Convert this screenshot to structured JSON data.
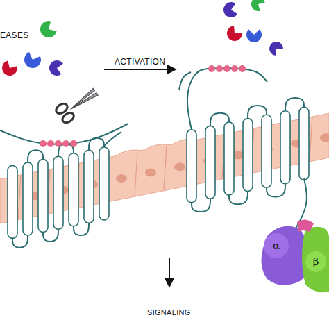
{
  "diagram": {
    "nodes": [
      {
        "text": [
          "α"
        ]
      },
      {
        "text": [
          "β"
        ]
      }
    ],
    "labels": [
      "EASES",
      "ACTIVATION",
      "SIGNALING"
    ]
  }
}
